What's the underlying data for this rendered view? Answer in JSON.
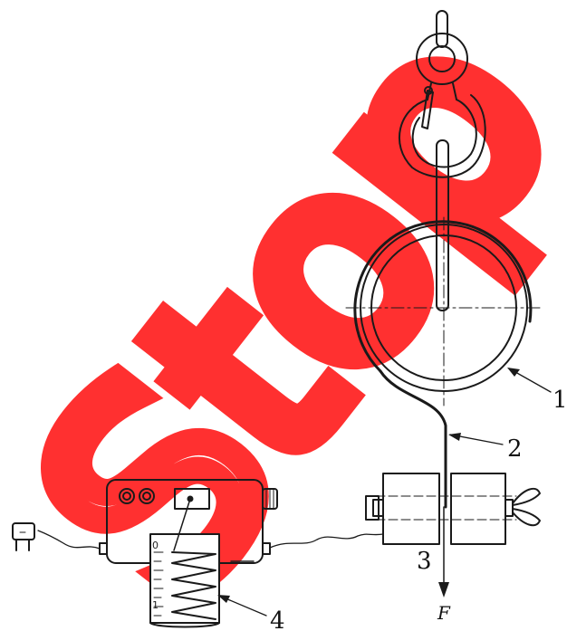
{
  "figure": {
    "callouts": {
      "c1": "1",
      "c2": "2",
      "c3": "3",
      "c4": "4"
    },
    "force_label": "F",
    "scale_top": "0",
    "scale_bottom": "1"
  },
  "watermark": {
    "text": "Stop St",
    "color": "#ff1a1a"
  }
}
